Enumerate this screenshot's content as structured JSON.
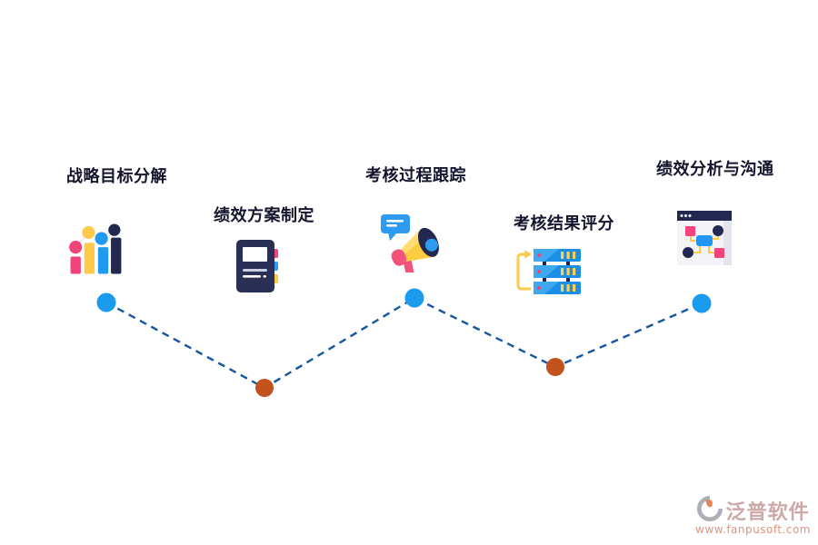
{
  "diagram": {
    "title_hint": "performance-assessment-process-flow",
    "connector_color": "#15569F",
    "steps": [
      {
        "label": "战略目标分解",
        "icon": "bar-chart-people-icon",
        "dot_color": "#1B9BEE"
      },
      {
        "label": "绩效方案制定",
        "icon": "notebook-icon",
        "dot_color": "#C0531E"
      },
      {
        "label": "考核过程跟踪",
        "icon": "megaphone-icon",
        "dot_color": "#1B9BEE"
      },
      {
        "label": "考核结果评分",
        "icon": "server-stack-icon",
        "dot_color": "#C0531E"
      },
      {
        "label": "绩效分析与沟通",
        "icon": "flowchart-window-icon",
        "dot_color": "#1B9BEE"
      }
    ],
    "palette": {
      "pink": "#F2437B",
      "yellow": "#FFC94A",
      "blue": "#1E9BF0",
      "navy": "#232850",
      "dot_blue": "#1B9BEE",
      "dot_orange": "#C0531E"
    }
  },
  "watermark": {
    "brand": "泛普软件",
    "url": "www.fanpusoft.com"
  }
}
